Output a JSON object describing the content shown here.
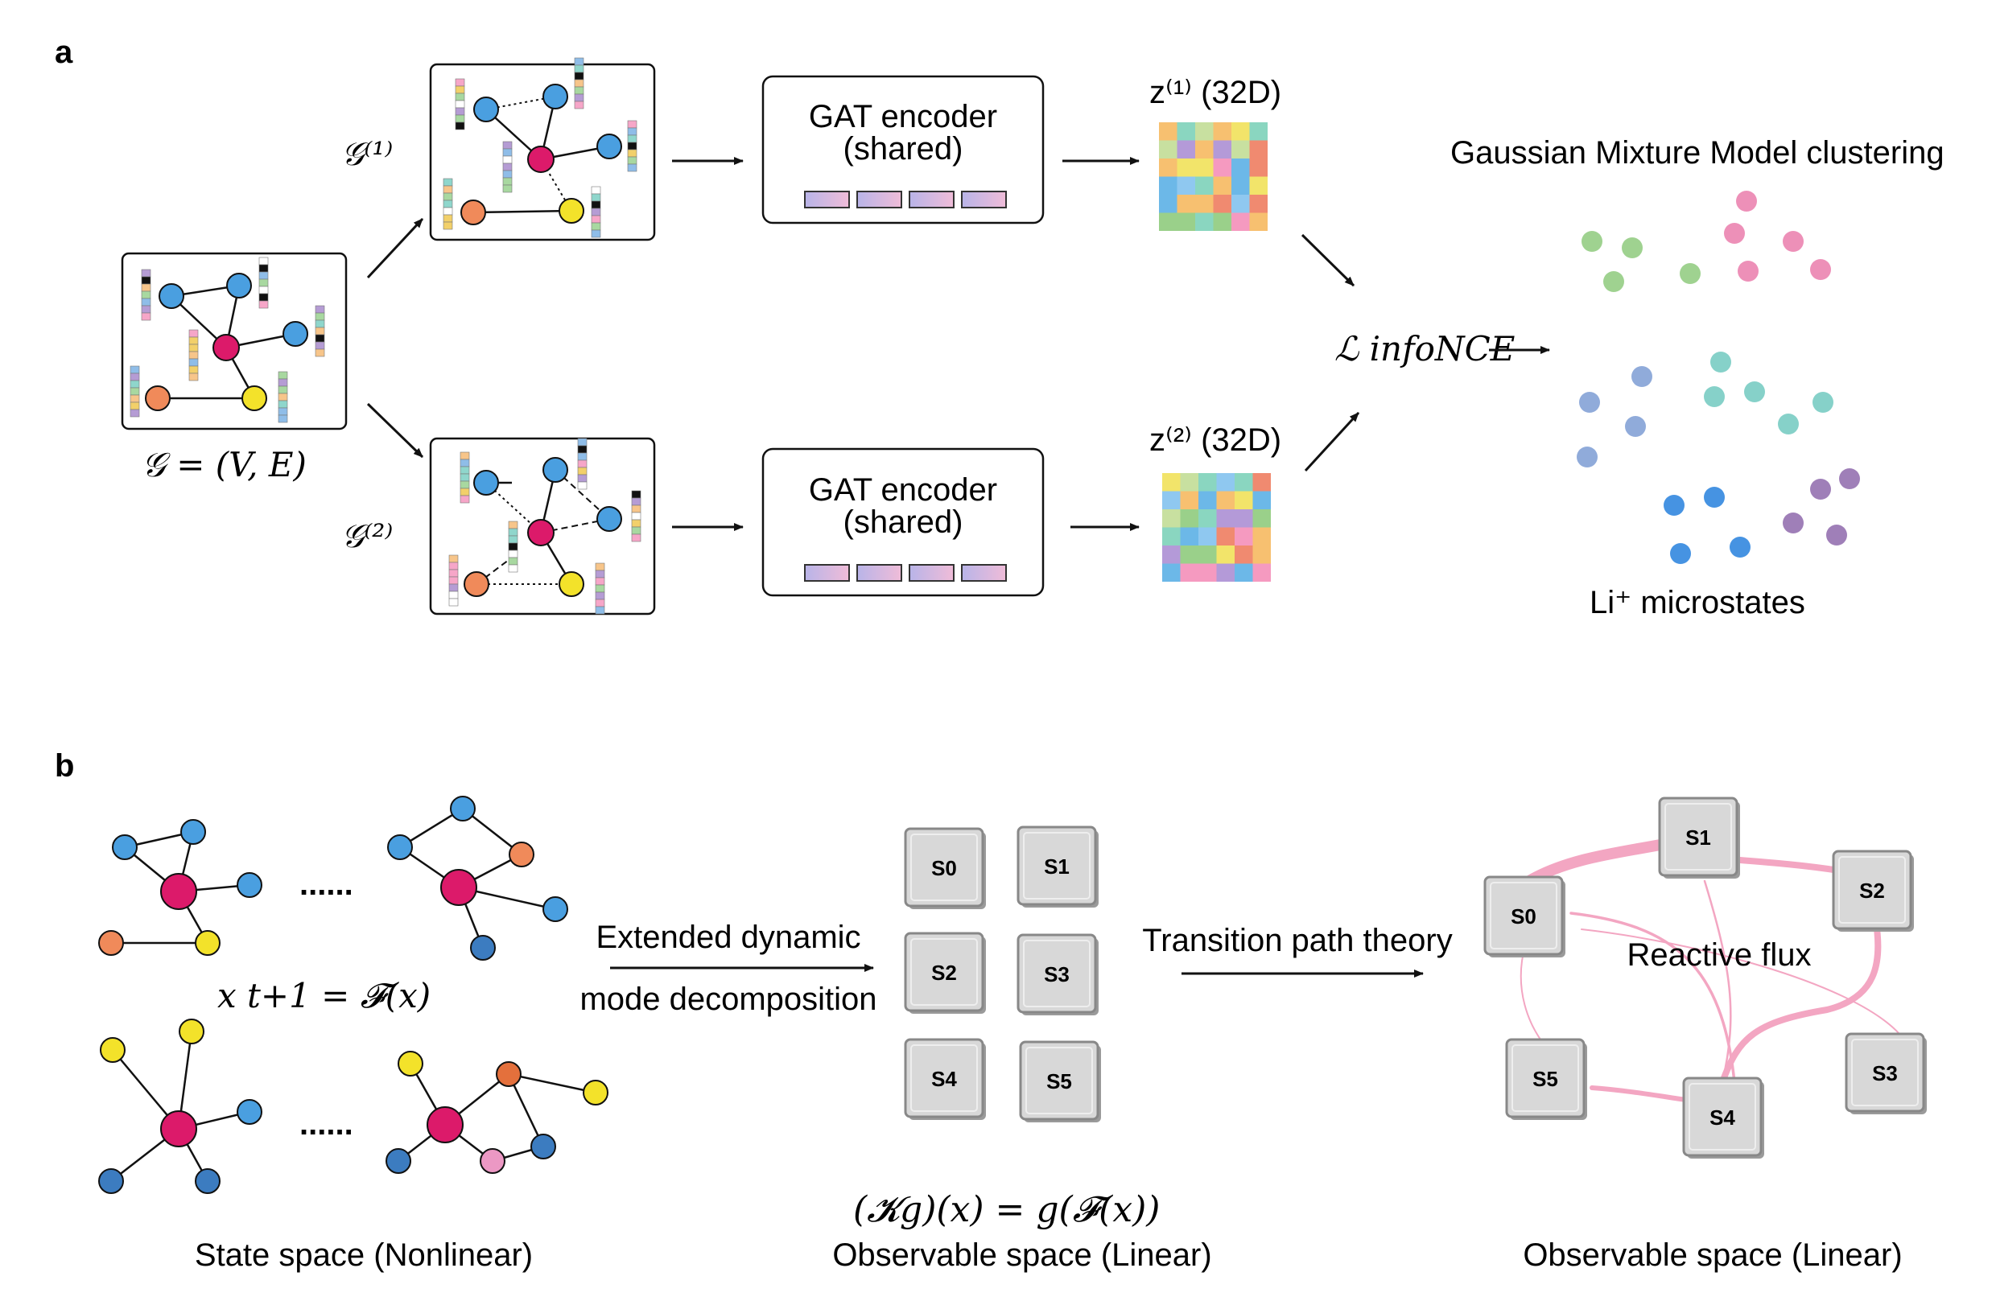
{
  "panel_a": {
    "label": "a",
    "graph_eq": "𝒢 = (V, E)",
    "view1_label": "𝒢⁽¹⁾",
    "view2_label": "𝒢⁽²⁾",
    "encoder_line1": "GAT encoder",
    "encoder_line2": "(shared)",
    "z1_label": "z⁽¹⁾ (32D)",
    "z2_label": "z⁽²⁾ (32D)",
    "loss_label": "ℒ infoNCE",
    "gmm_title": "Gaussian Mixture Model clustering",
    "microstates_label": "Li⁺ microstates"
  },
  "panel_b": {
    "label": "b",
    "dots": "......",
    "dynamics_eq": "x t+1 = 𝓕(x)",
    "state_space_caption": "State space (Nonlinear)",
    "edmd_line1": "Extended dynamic",
    "edmd_line2": "mode decomposition",
    "states": [
      "S0",
      "S1",
      "S2",
      "S3",
      "S4",
      "S5"
    ],
    "koopman_eq": "(𝓚g)(x) = g(𝓕(x))",
    "observable_caption_mid": "Observable space (Linear)",
    "tpt_label": "Transition path theory",
    "reactive_flux_label": "Reactive flux",
    "observable_caption_right": "Observable space (Linear)"
  },
  "colors": {
    "node_blue": "#4a9fe0",
    "node_magenta": "#dc1a6a",
    "node_orange": "#f08a5a",
    "node_yellow": "#f3e22a",
    "node_darkblue": "#3c7cc0",
    "node_pink": "#ec98c4",
    "flux_pink": "#f3a6c2",
    "state_box": "#d8d8d8",
    "cluster_green": "#9ad08a",
    "cluster_pink": "#ec8ab4",
    "cluster_blue": "#8aa6d8",
    "cluster_teal": "#7fcfc6",
    "cluster_royal": "#3c8de0",
    "cluster_purple": "#9a78b4"
  }
}
